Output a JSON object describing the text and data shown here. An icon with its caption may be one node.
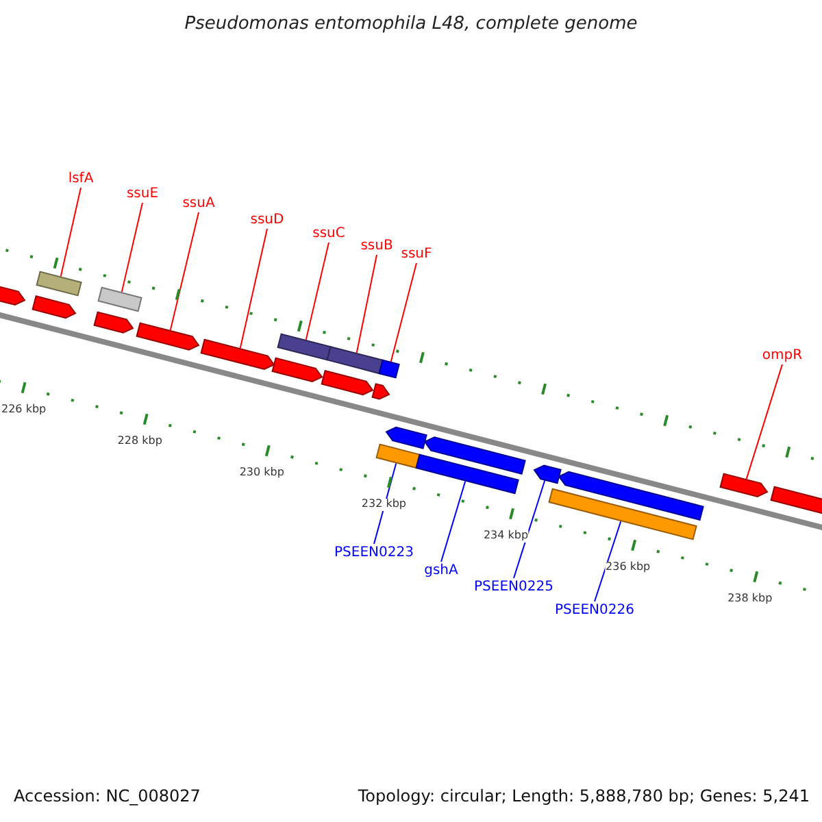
{
  "diagram": {
    "title": "Pseudomonas entomophila L48, complete genome",
    "nodes": [
      {
        "text": [
          "lsfA"
        ]
      },
      {
        "text": [
          "ssuE"
        ]
      },
      {
        "text": [
          "ssuA"
        ]
      },
      {
        "text": [
          "ssuD"
        ]
      },
      {
        "text": [
          "ssuC"
        ]
      },
      {
        "text": [
          "ssuB"
        ]
      },
      {
        "text": [
          "ssuF"
        ]
      },
      {
        "text": [
          "ompR"
        ]
      },
      {
        "text": [
          "PSEEN0223"
        ]
      },
      {
        "text": [
          "gshA"
        ]
      },
      {
        "text": [
          "PSEEN0225"
        ]
      },
      {
        "text": [
          "PSEEN0226"
        ]
      },
      {
        "text": [],
        "shape": "arrow"
      },
      {
        "text": [],
        "shape": "arrow"
      },
      {
        "text": [],
        "shape": "box"
      },
      {
        "text": [],
        "shape": "arrow"
      },
      {
        "text": [],
        "shape": "box"
      },
      {
        "text": [],
        "shape": "arrow"
      },
      {
        "text": [],
        "shape": "arrow"
      },
      {
        "text": [],
        "shape": "arrow"
      },
      {
        "text": [],
        "shape": "box"
      },
      {
        "text": [],
        "shape": "arrow"
      },
      {
        "text": [],
        "shape": "box"
      },
      {
        "text": [],
        "shape": "arrow"
      },
      {
        "text": [],
        "shape": "box"
      },
      {
        "text": [],
        "shape": "box"
      },
      {
        "text": [],
        "shape": "arrow"
      },
      {
        "text": [],
        "shape": "box"
      },
      {
        "text": [],
        "shape": "arrow"
      },
      {
        "text": [],
        "shape": "arrow"
      },
      {
        "text": [],
        "shape": "box"
      },
      {
        "text": [],
        "shape": "arrow"
      },
      {
        "text": [],
        "shape": "arrow"
      },
      {
        "text": [],
        "shape": "arrow"
      }
    ],
    "edges": [
      {
        "from": 0,
        "to": 14,
        "arrow": "none"
      },
      {
        "from": 1,
        "to": 16,
        "arrow": "none"
      },
      {
        "from": 2,
        "to": 17,
        "arrow": "none"
      },
      {
        "from": 3,
        "to": 18,
        "arrow": "none"
      },
      {
        "from": 4,
        "to": 20,
        "arrow": "none"
      },
      {
        "from": 5,
        "to": 22,
        "arrow": "none"
      },
      {
        "from": 6,
        "to": 25,
        "arrow": "none"
      },
      {
        "from": 7,
        "to": 32,
        "arrow": "none"
      },
      {
        "from": 8,
        "to": 24,
        "arrow": "none",
        "color": "#0000ff"
      },
      {
        "from": 9,
        "to": 27,
        "arrow": "none",
        "color": "#0000ff"
      },
      {
        "from": 10,
        "to": 29,
        "arrow": "none",
        "color": "#0000ff"
      },
      {
        "from": 11,
        "to": 30,
        "arrow": "none",
        "color": "#0000ff"
      }
    ],
    "labels": [
      "226 kbp",
      "228 kbp",
      "230 kbp",
      "232 kbp",
      "234 kbp",
      "236 kbp",
      "238 kbp",
      "Accession: NC_008027",
      "Topology: circular; Length: 5,888,780 bp; Genes: 5,241"
    ]
  }
}
